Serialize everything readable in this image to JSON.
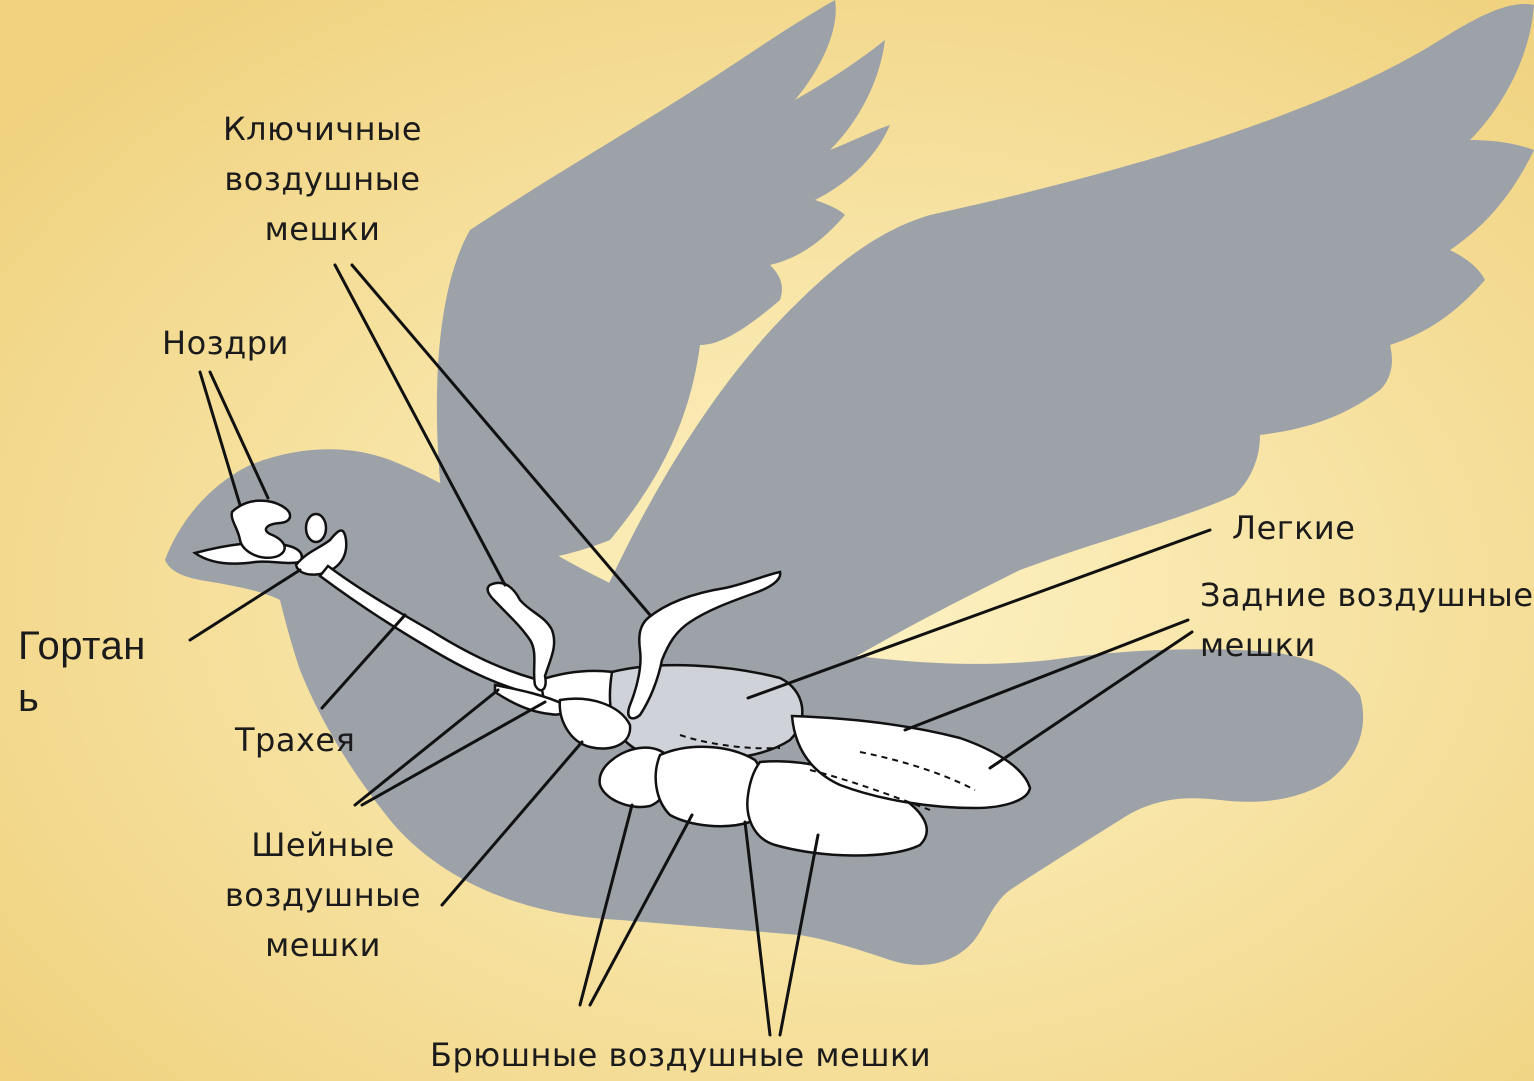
{
  "colors": {
    "background": "#f6e2a0",
    "silhouette": "#9da2a9",
    "organ_fill": "#ffffff",
    "lung_fill": "#cfd3d9",
    "outline": "#111111"
  },
  "labels": {
    "clavicular": "Ключичные\nвоздушные\nмешки",
    "nostrils": "Ноздри",
    "larynx": "Гортан\nь",
    "trachea": "Трахея",
    "cervical": "Шейные\nвоздушные\nмешки",
    "lungs": "Легкие",
    "posterior": "Задние воздушные\nмешки",
    "abdominal": "Брюшные воздушные мешки"
  }
}
